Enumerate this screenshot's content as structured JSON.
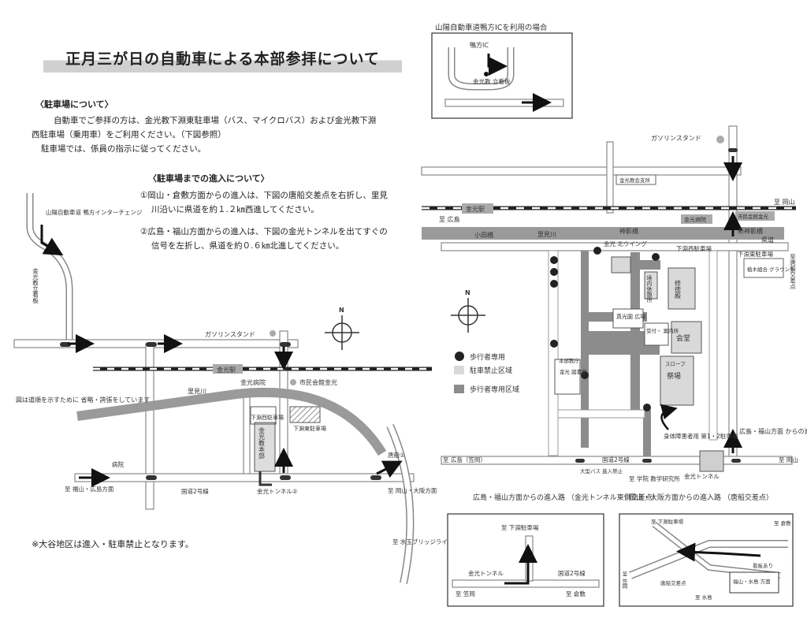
{
  "title": "正月三が日の自動車による本部参拝について",
  "parking": {
    "heading": "〈駐車場について〉",
    "line1": "自動車でご参拝の方は、金光教下淵東駐車場（バス、マイクロバス）および金光教下淵",
    "line2": "西駐車場（乗用車）をご利用ください。（下図参照）",
    "line3": "駐車場では、係員の指示に従ってください。"
  },
  "approach": {
    "heading": "〈駐車場までの進入について〉",
    "item1_line1": "①岡山・倉敷方面からの進入は、下図の唐船交差点を右折し、里見",
    "item1_line2": "川沿いに県道を約１.２㎞西進してください。",
    "item2_line1": "②広島・福山方面からの進入は、下図の金光トンネルを出てすぐの",
    "item2_line2": "信号を左折し、県道を約０.６㎞北進してください。"
  },
  "left_map": {
    "ic": "山陽自動車道\n鴨方インターチェンジ",
    "konko_sign": "金光教立看板",
    "gas_station": "ガソリンスタンド",
    "station": "金光駅",
    "hospital": "金光病院",
    "hall": "市民会館金光",
    "river": "里見川",
    "nishi_parking": "下淵西駐車場",
    "higashi_parking": "下淵東駐車場",
    "honbu": "金光教本部",
    "tunnel": "金光トンネル②",
    "karafune": "唐船①",
    "route2": "国道2号線",
    "hospital2": "病院",
    "to_fukuyama": "至 福山・広島方面",
    "to_okayama": "至 岡山・大阪方面",
    "to_mizutama": "至 水玉ブリッジライン",
    "caption": "図は道順を示すために\n省略・誇張をしています",
    "north": "N"
  },
  "ic_inset": {
    "title": "山陽自動車道鴨方ICを利用の場合",
    "ic": "鴨方IC",
    "sign": "金光教\n立看板"
  },
  "right_map": {
    "gas_station": "ガソリンスタンド",
    "branch": "金光教会支所",
    "station": "金光駅",
    "to_hiroshima": "至 広島",
    "to_okayama": "至 岡山",
    "hospital": "金光病院",
    "hall": "市民会館金光",
    "odabashi": "小田橋",
    "river": "里見川",
    "kamikage": "神影橋",
    "shin_kamikage": "新神影橋",
    "kendo": "県道",
    "konko_north": "金光\n北ウイング",
    "nishi_parking": "下淵西駐車場",
    "higashi_parking": "下淵東駐車場",
    "ground": "植木組合\nグラウンド",
    "to_karafune": "至唐船交差点",
    "rest": "境内休憩所",
    "shutoku": "修徳殿",
    "shinkoen": "真光園\n広場",
    "reception": "受付・\n案内所",
    "kaido": "会堂",
    "slope": "スロープ",
    "saijo": "祭場",
    "honbu_cho": "本部教庁",
    "library": "金光\n図書館",
    "disabled_parking": "身体障害者用\n第1・2駐車場",
    "entry_label": "広島・福山方面\nからの進入路",
    "to_hiroshima2": "至 広島（笠岡）",
    "route2": "国道2号線",
    "bus_no_entry": "大型バス\n進入禁止",
    "institute": "至 学院\n教学研究所",
    "tunnel": "金光トンネル",
    "to_okayama2": "至 岡山",
    "north": "N"
  },
  "legend": {
    "pedestrian_only": "歩行者専用",
    "no_parking": "駐車禁止区域",
    "pedestrian_area": "歩行者専用区域"
  },
  "inset_hiroshima": {
    "title": "広島・福山方面からの進入路\n（金光トンネル東側交差点）",
    "to_parking": "至 下淵駐車場",
    "tunnel": "金光トンネル",
    "route2": "国道2号線",
    "to_kasaoka": "至 笠岡",
    "to_kurashiki": "至 倉敷"
  },
  "inset_okayama": {
    "title": "岡山・大阪方面からの進入路\n（唐船交差点）",
    "to_shimobuchi": "至 下淵駐車場",
    "to_kurashiki": "至 倉敷",
    "karafune": "唐船交差点",
    "to_mizushima": "至 水島",
    "sign": "看板あり",
    "to_kasaoka": "至 笠岡",
    "fukuyama": "福山・水島\n方面"
  },
  "footnote": "※大谷地区は進入・駐車禁止となります。",
  "colors": {
    "road": "#888888",
    "light_gray": "#d9d9d9",
    "dark_gray": "#8c8c8c",
    "river": "#9a9a9a"
  }
}
